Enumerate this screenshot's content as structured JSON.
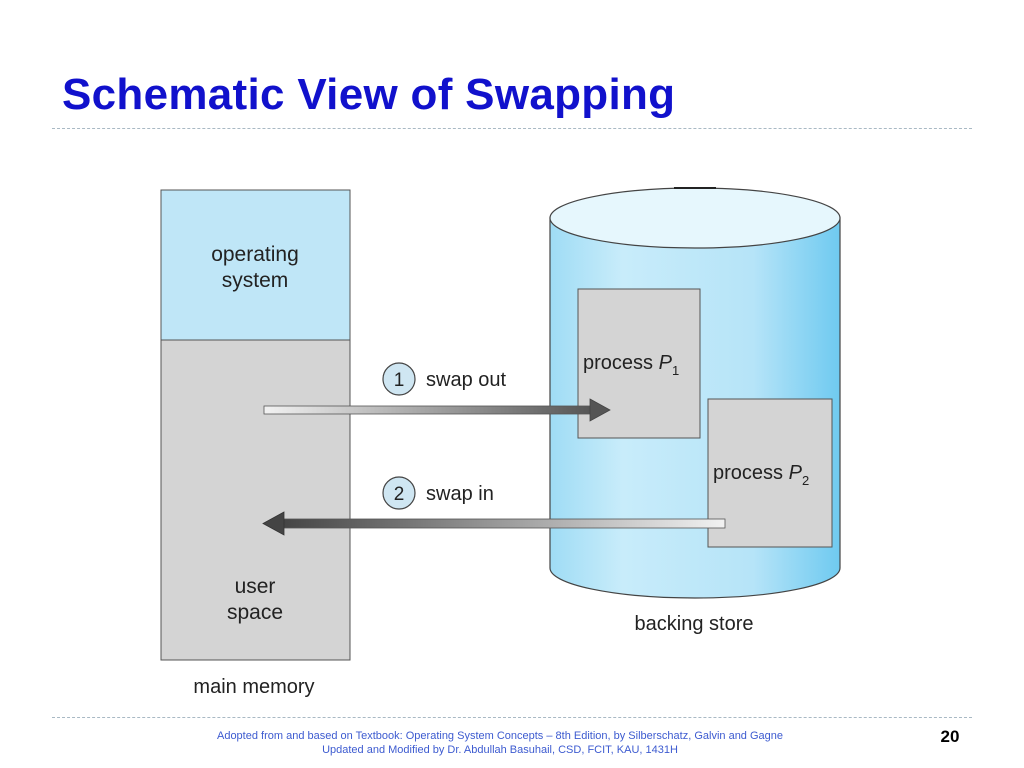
{
  "title": "Schematic View of Swapping",
  "diagram": {
    "main_memory_label": "main memory",
    "os_label_line1": "operating",
    "os_label_line2": "system",
    "user_space_line1": "user",
    "user_space_line2": "space",
    "backing_store_label": "backing store",
    "process1": {
      "text": "process ",
      "name": "P",
      "subscript": "1"
    },
    "process2": {
      "text": "process ",
      "name": "P",
      "subscript": "2"
    },
    "step1": {
      "number": "1",
      "label": "swap out"
    },
    "step2": {
      "number": "2",
      "label": "swap in"
    },
    "colors": {
      "os_region": "#bfe6f7",
      "user_region": "#d4d4d4",
      "cylinder_top": "#e6f7fd",
      "cylinder_side": "#b8e5f7",
      "process_box": "#d4d4d4",
      "step_circle": "#cfe6f2"
    }
  },
  "footer": {
    "line1": "Adopted from and based on Textbook: Operating System Concepts – 8th Edition, by Silberschatz, Galvin and Gagne",
    "line2": "Updated and Modified by Dr. Abdullah Basuhail, CSD, FCIT, KAU, 1431H"
  },
  "page_number": "20",
  "colors": {
    "title": "#1111cc",
    "footer_text": "#3d5bd0"
  }
}
